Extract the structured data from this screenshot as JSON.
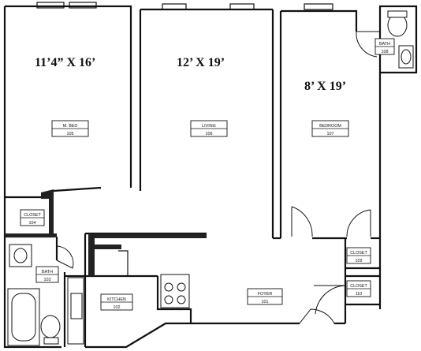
{
  "plan": {
    "dimensions": {
      "master_bedroom": "11’4”  X 16’",
      "living": "12’ X 19’",
      "bedroom": "8’ X 19’"
    },
    "rooms": {
      "master_bed": {
        "name": "M. BED",
        "number": "105"
      },
      "living": {
        "name": "LIVING",
        "number": "106"
      },
      "bedroom": {
        "name": "BEDROOM",
        "number": "107"
      },
      "bath_top": {
        "name": "BATH",
        "number": "108"
      },
      "closet_104": {
        "name": "CLOSET",
        "number": "104"
      },
      "bath_103": {
        "name": "BATH",
        "number": "103"
      },
      "kitchen": {
        "name": "KITCHEN",
        "number": "102"
      },
      "foyer": {
        "name": "FOYER",
        "number": "101"
      },
      "closet_109": {
        "name": "CLOSET",
        "number": "109"
      },
      "closet_110": {
        "name": "CLOSET",
        "number": "110"
      }
    }
  }
}
